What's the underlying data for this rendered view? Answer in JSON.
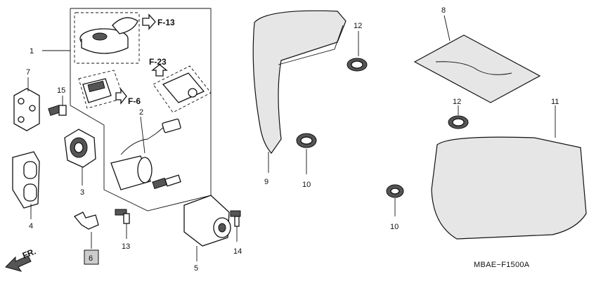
{
  "callouts": {
    "c1": "1",
    "c2": "2",
    "c3": "3",
    "c4": "4",
    "c5": "5",
    "c6": "6",
    "c7": "7",
    "c8": "8",
    "c9": "9",
    "c10a": "10",
    "c10b": "10",
    "c11": "11",
    "c12a": "12",
    "c12b": "12",
    "c13": "13",
    "c14": "14",
    "c15": "15"
  },
  "refs": {
    "f13": "F-13",
    "f23": "F-23",
    "f6": "F-6"
  },
  "direction_label": "FR.",
  "diagram_code": "MBAE−F1500A",
  "colors": {
    "line": "#111111",
    "shade": "#e6e6e6",
    "highlight_box": "#cccccc"
  }
}
